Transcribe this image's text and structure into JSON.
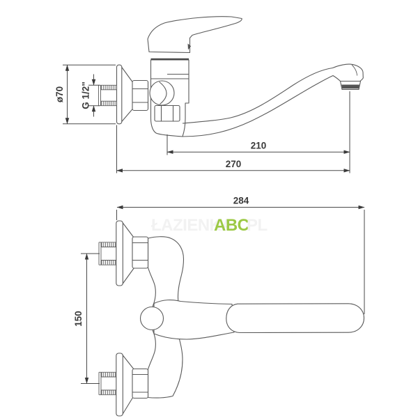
{
  "document": {
    "type": "technical-dimension-drawing",
    "subject": "wall-mounted single-lever faucet, side view and plan view"
  },
  "watermark": {
    "prefix": "ŁAZIENKA",
    "brand": "ABC",
    "suffix": "PL",
    "brand_color": "#9cc945",
    "faint_color": "#f2f2f2"
  },
  "side_view": {
    "label_diameter": "ø70",
    "label_thread": "G 1/2\"",
    "label_reach": "210",
    "label_depth": "270"
  },
  "plan_view": {
    "label_width": "284",
    "label_spacing": "150"
  },
  "colors": {
    "background": "#ffffff",
    "line": "#5a5a5a",
    "dimension_text": "#3a3a3a",
    "dark_detail": "#545454"
  }
}
